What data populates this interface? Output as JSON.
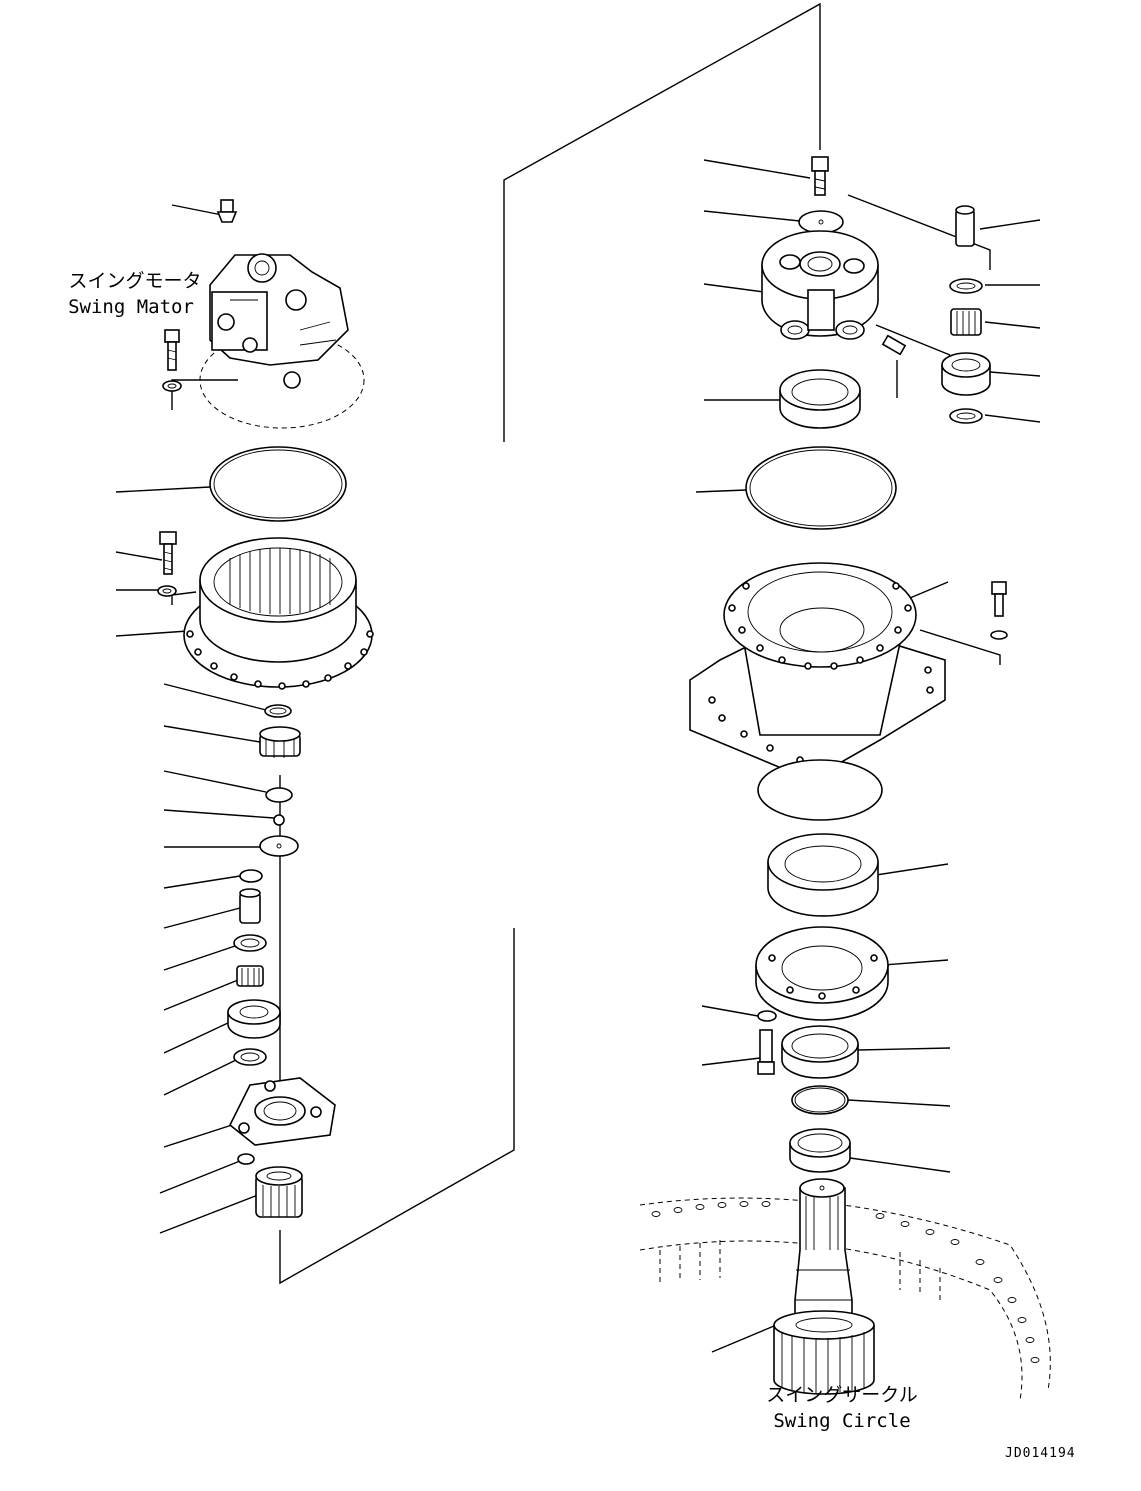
{
  "labels": {
    "swing_motor_jp": "スイングモータ",
    "swing_motor_en": "Swing Mator",
    "swing_circle_jp": "スイングサークル",
    "swing_circle_en": "Swing Circle"
  },
  "drawing_ref": "JD014194",
  "colors": {
    "line": "#000000",
    "background": "#ffffff"
  }
}
